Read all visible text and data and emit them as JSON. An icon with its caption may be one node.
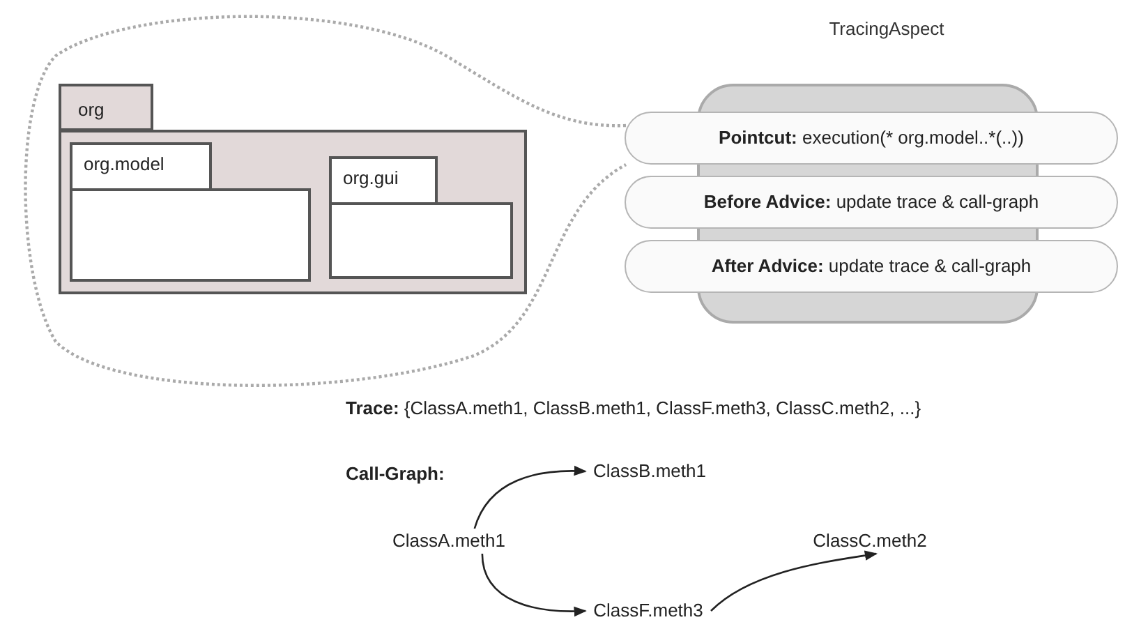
{
  "diagram": {
    "nodes": [
      {
        "text": [],
        "shape": "cloud"
      },
      {
        "text": [
          "org"
        ],
        "in": 0
      },
      {
        "text": [
          "org.model"
        ],
        "in": 1
      },
      {
        "text": [
          "org.gui"
        ],
        "in": 1
      },
      {
        "text": [
          "TracingAspect"
        ]
      },
      {
        "text": [
          "Pointcut: execution(* org.model..*(..))"
        ]
      },
      {
        "text": [
          "Before Advice: update trace & call-graph"
        ]
      },
      {
        "text": [
          "After Advice: update trace & call-graph"
        ]
      },
      {
        "text": [
          "ClassA.meth1"
        ]
      },
      {
        "text": [
          "ClassB.meth1"
        ]
      },
      {
        "text": [
          "ClassF.meth3"
        ]
      },
      {
        "text": [
          "ClassC.meth2"
        ]
      }
    ],
    "edges": [
      {
        "from": 8,
        "to": 9,
        "arrow": "to"
      },
      {
        "from": 8,
        "to": 10,
        "arrow": "to"
      },
      {
        "from": 10,
        "to": 11,
        "arrow": "to"
      }
    ],
    "labels": [
      "**Trace:** {ClassA.meth1, ClassB.meth1, ClassF.meth3, ClassC.meth2, ...}",
      "Call-Graph:"
    ]
  }
}
